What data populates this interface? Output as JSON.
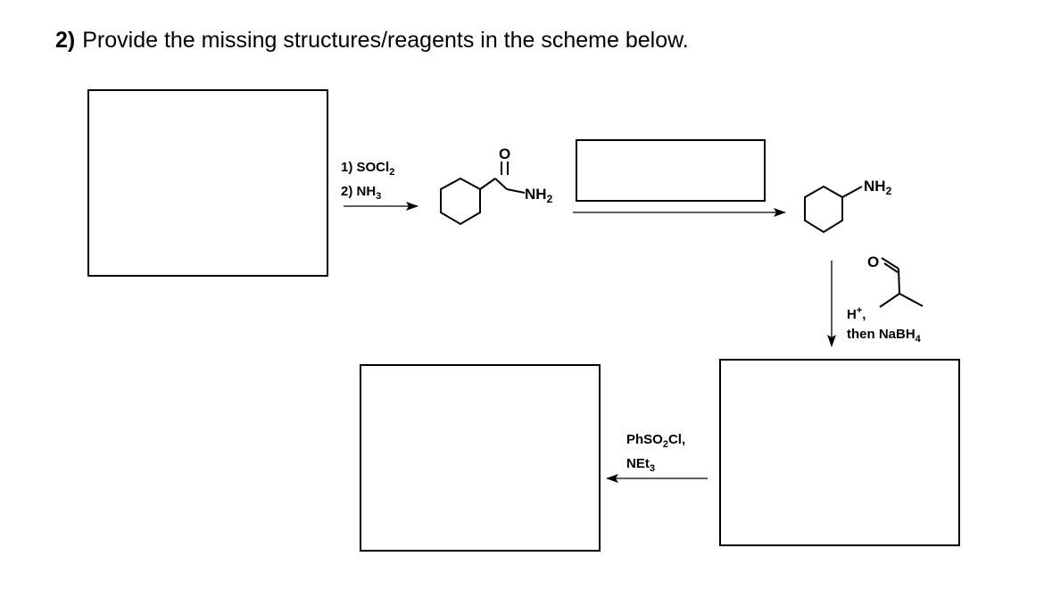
{
  "question": {
    "number": "2)",
    "text": "Provide the missing structures/reagents in the scheme below."
  },
  "step1": {
    "line1": "1) SOCl",
    "sub1": "2",
    "line2": "2) NH",
    "sub2": "3"
  },
  "amide_labels": {
    "oxygen": "O",
    "nh2": "NH",
    "nh2_sub": "2"
  },
  "amine_labels": {
    "nh2": "NH",
    "nh2_sub": "2"
  },
  "step3": {
    "aldehyde_oxygen": "O",
    "line1": "H",
    "line1_sup": "+",
    "line1_end": ",",
    "line2": "then NaBH",
    "line2_sub": "4"
  },
  "step4": {
    "line1": "PhSO",
    "sub1": "2",
    "line1_end": "Cl,",
    "line2": "NEt",
    "sub2": "3"
  }
}
